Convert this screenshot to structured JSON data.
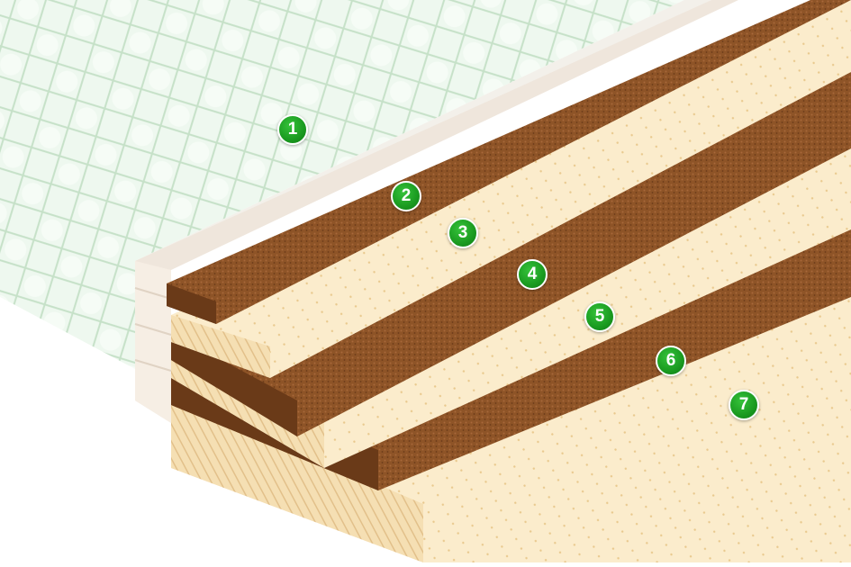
{
  "image": {
    "subject": "layered-mattress-cross-section",
    "colors": {
      "cover": "#e9f5ea",
      "cover_quilt": "#c8e3ca",
      "border": "#efe6dc",
      "coir": "#8e5427",
      "coir_dark": "#6a3a18",
      "latex": "#fbeccc",
      "latex_edge": "#efd6a6",
      "badge": "#1a9a20",
      "badge_text": "#ffffff"
    },
    "markers": [
      {
        "label": "1",
        "icon": "number-badge"
      },
      {
        "label": "2",
        "icon": "number-badge"
      },
      {
        "label": "3",
        "icon": "number-badge"
      },
      {
        "label": "4",
        "icon": "number-badge"
      },
      {
        "label": "5",
        "icon": "number-badge"
      },
      {
        "label": "6",
        "icon": "number-badge"
      },
      {
        "label": "7",
        "icon": "number-badge"
      }
    ]
  }
}
